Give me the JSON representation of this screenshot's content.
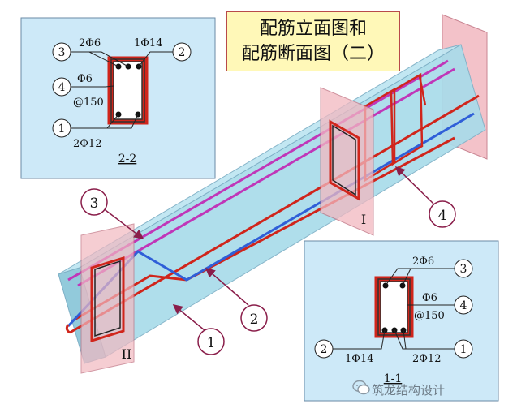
{
  "title": {
    "line1": "配筋立面图和",
    "line2": "配筋断面图（二）"
  },
  "section_2_2": {
    "label": "2-2",
    "callout_3": "3",
    "callout_2": "2",
    "callout_4": "4",
    "callout_1": "1",
    "top_left_bars": "2Φ6",
    "top_right_bars": "1Φ14",
    "stirrup": "Φ6",
    "stirrup_spacing": "@150",
    "bottom_bars": "2Φ12"
  },
  "section_1_1": {
    "label": "1-1",
    "callout_3": "3",
    "callout_4": "4",
    "callout_2": "2",
    "callout_1": "1",
    "top_bars": "2Φ6",
    "stirrup": "Φ6",
    "stirrup_spacing": "@150",
    "bottom_left_bars": "1Φ14",
    "bottom_right_bars": "2Φ12"
  },
  "beam_callouts": {
    "c3": "3",
    "c2": "2",
    "c1": "1",
    "c4": "4",
    "cut_I": "I",
    "cut_II": "II"
  },
  "watermark": "筑龙结构设计",
  "colors": {
    "panel": "#cde9f8",
    "panel_border": "#6a8aa6",
    "beam": "#a9dcea",
    "rebar_red": "#d0251b",
    "rebar_magenta": "#c036b8",
    "rebar_blue": "#2f5fd8",
    "cut_plane": "#f2b8c0",
    "title_bg": "#fff8b8"
  }
}
